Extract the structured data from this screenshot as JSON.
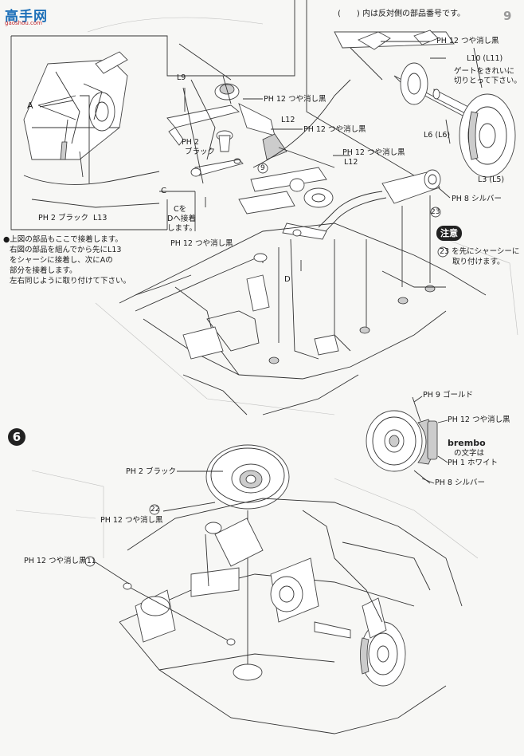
{
  "logo": {
    "text": "高手网",
    "url_text": "gaoshou.com"
  },
  "header_note": "(　　) 内は反対側の部品番号です。",
  "page_number": "9",
  "inset": {
    "label_A": "A",
    "paint_black": "PH 2 ブラック",
    "part_L13": "L13"
  },
  "top_labels": {
    "L9": "L9",
    "paint_matte_black_1": "PH 12 つや消し黒",
    "L12_a": "L12",
    "paint_matte_black_2": "PH 12 つや消し黒",
    "paint_black": "PH 2",
    "black_word": "ブラック",
    "paint_matte_black_3": "PH 12 つや消し黒",
    "L12_b": "L12",
    "part_9": "9",
    "label_C": "C",
    "connect_CD_1": "Cを",
    "connect_CD_2": "Dへ接着",
    "connect_CD_3": "します。",
    "paint_matte_black_4": "PH 12 つや消し黒",
    "label_D": "D"
  },
  "right_labels": {
    "paint_matte_black": "PH 12 つや消し黒",
    "L10": "L10 (L11)",
    "gate_1": "ゲートをきれいに",
    "gate_2": "切りとって下さい。",
    "L6": "L6 (L6)",
    "L3": "L3 (L5)",
    "paint_silver": "PH 8 シルバー",
    "part_23": "23",
    "caution_badge": "注意",
    "caution_1": "23 を先にシャーシーに",
    "caution_2": "取り付けます。"
  },
  "left_note": [
    "●上図の部品もここで接着します。",
    "右図の部品を組んでから先にL13",
    "をシャーシに接着し、次にAの",
    "部分を接着します。",
    "左右同じように取り付けて下さい。"
  ],
  "step6": {
    "number": "6",
    "wheel_paint_black": "PH 2 ブラック",
    "part_22": "22",
    "paint_matte_black_22": "PH 12 つや消し黒",
    "paint_matte_black_11": "PH 12 つや消し黒",
    "part_11": "11"
  },
  "brake": {
    "paint_gold": "PH 9 ゴールド",
    "paint_matte_black": "PH 12 つや消し黒",
    "brembo": "brembo",
    "brembo_note": "の文字は",
    "paint_white": "PH 1 ホワイト",
    "paint_silver": "PH 8 シルバー"
  }
}
